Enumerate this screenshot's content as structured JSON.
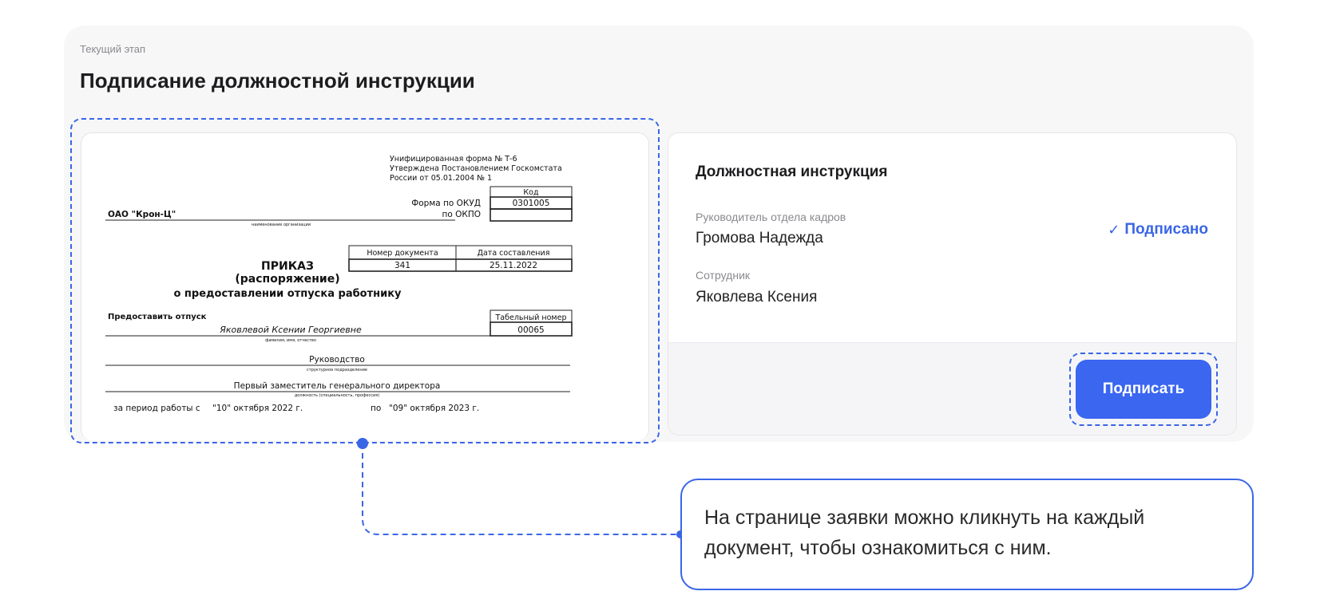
{
  "stage": {
    "label": "Текущий этап",
    "title": "Подписание должностной инструкции"
  },
  "document_preview": {
    "form_header": [
      "Унифицированная форма № Т-6",
      "Утверждена Постановлением Госкомстата",
      "России от 05.01.2004 № 1"
    ],
    "code_header": "Код",
    "okud_label": "Форма по ОКУД",
    "okud_code": "0301005",
    "okpo_label": "по ОКПО",
    "organization": "ОАО \"Крон-Ц\"",
    "organization_caption": "наименование организации",
    "doc_number_header": "Номер документа",
    "doc_date_header": "Дата составления",
    "doc_number": "341",
    "doc_date": "25.11.2022",
    "order_title": "ПРИКАЗ",
    "order_subtitle": "(распоряжение)",
    "order_subject": "о предоставлении отпуска работнику",
    "grant_label": "Предоставить отпуск",
    "personnel_number_header": "Табельный номер",
    "personnel_number": "00065",
    "employee_name": "Яковлевой Ксении Георгиевне",
    "name_caption": "фамилия, имя, отчество",
    "department": "Руководство",
    "department_caption": "структурное подразделение",
    "position": "Первый заместитель генерального директора",
    "position_caption": "должность (специальность, профессия)",
    "period_prefix": "за период работы с",
    "period_from": "\"10\" октября 2022 г.",
    "period_to_prefix": "по",
    "period_to": "\"09\" октября 2023 г."
  },
  "sign_panel": {
    "title": "Должностная инструкция",
    "signers": [
      {
        "role": "Руководитель отдела кадров",
        "name": "Громова Надежда",
        "status": "Подписано"
      },
      {
        "role": "Сотрудник",
        "name": "Яковлева Ксения"
      }
    ],
    "check_icon": "✓",
    "sign_button": "Подписать"
  },
  "colors": {
    "accent": "#3a66e6",
    "button": "#3a66f0",
    "card_bg": "#f7f7f8"
  },
  "tooltip": {
    "text": "На странице заявки можно кликнуть на каждый документ, чтобы ознакомиться с ним."
  }
}
